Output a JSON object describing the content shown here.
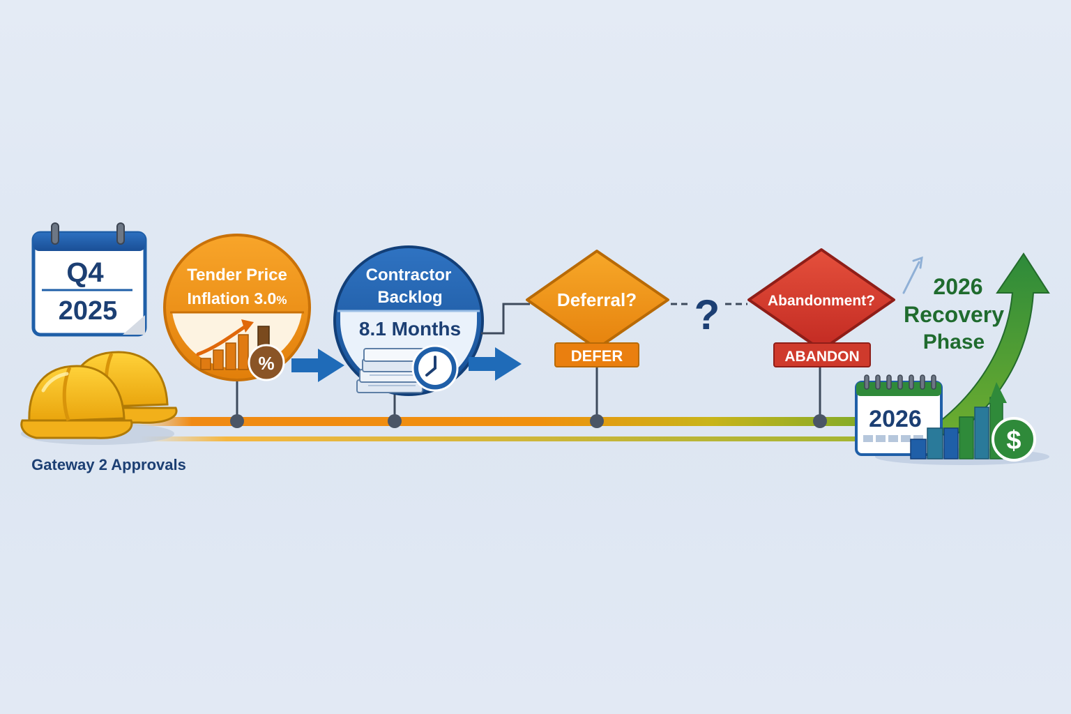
{
  "start": {
    "calendar_quarter": "Q4",
    "calendar_year": "2025",
    "caption": "Gateway 2 Approvals",
    "icon": "hard-hats-icon"
  },
  "inflation": {
    "line1": "Tender Price",
    "line2": "Inflation 3.0",
    "unit": "%",
    "badge": "%",
    "icon": "rising-bar-chart-icon"
  },
  "backlog": {
    "line1": "Contractor",
    "line2": "Backlog",
    "value": "8.1 Months",
    "icon": "paper-stack-clock-icon"
  },
  "deferral": {
    "question": "Deferral?",
    "tag": "DEFER"
  },
  "connector": {
    "symbol": "?"
  },
  "abandonment": {
    "question": "Abandonment?",
    "tag": "ABANDON"
  },
  "recovery": {
    "line1": "2026",
    "line2": "Recovery",
    "line3": "Phase",
    "calendar_year": "2026",
    "currency_symbol": "$",
    "icon": "growth-chart-dollar-icon"
  },
  "colors": {
    "orange": "#f0900e",
    "blue": "#1f5fa8",
    "red": "#d1362c",
    "green": "#2f8a35",
    "navy": "#1c3f73"
  }
}
